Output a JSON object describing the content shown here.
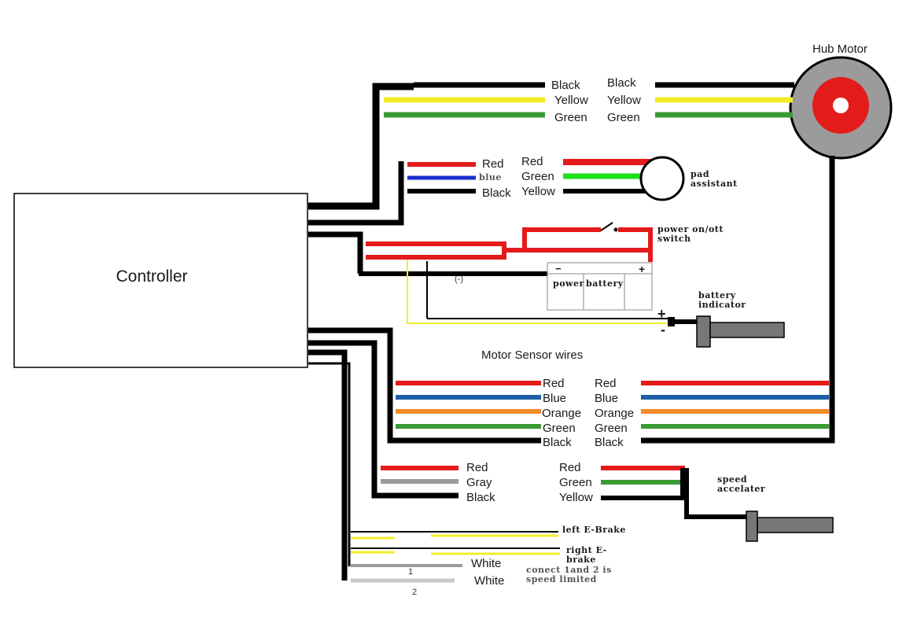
{
  "colors": {
    "red": "#e41b1b",
    "yellow": "#f2ec29",
    "green": "#3a9b35",
    "bright_green": "#1de01d",
    "blue": "#1f5fa8",
    "orange": "#f28c28",
    "gray": "#9a9a9a",
    "black": "#000000",
    "motor_gray": "#9b9b9b"
  },
  "controller": {
    "label": "Controller"
  },
  "hub_motor": {
    "label": "Hub Motor"
  },
  "motor_wires": {
    "left": [
      "Black",
      "Yellow",
      "Green"
    ],
    "right": [
      "Black",
      "Yellow",
      "Green"
    ]
  },
  "pad_assistant": {
    "left": [
      "Red",
      "blue",
      "Black"
    ],
    "right": [
      "Red",
      "Green",
      "Yellow"
    ],
    "label_line1": "pad",
    "label_line2": "assistant"
  },
  "power": {
    "switch_line1": "power on/ott",
    "switch_line2": "switch",
    "minus_mark": "(-)",
    "battery_word1": "power",
    "battery_word2": "battery",
    "terminal_minus": "−",
    "terminal_plus": "+"
  },
  "battery_indicator": {
    "label_line1": "battery",
    "label_line2": "indicator",
    "plus": "+",
    "minus": "-"
  },
  "sensor": {
    "title": "Motor Sensor wires",
    "left": [
      "Red",
      "Blue",
      "Orange",
      "Green",
      "Black"
    ],
    "right": [
      "Red",
      "Blue",
      "Orange",
      "Green",
      "Black"
    ]
  },
  "throttle": {
    "left": [
      "Red",
      "Gray",
      "Black"
    ],
    "right": [
      "Red",
      "Green",
      "Yellow"
    ],
    "label_line1": "speed",
    "label_line2": "accelater"
  },
  "brakes": {
    "left_label": "left E-Brake",
    "right_label_line1": "right E-",
    "right_label_line2": "brake"
  },
  "speed_limit": {
    "wire1": "White",
    "wire2": "White",
    "num1": "1",
    "num2": "2",
    "note_line1": "conect 1and 2 is",
    "note_line2": "speed limited"
  }
}
